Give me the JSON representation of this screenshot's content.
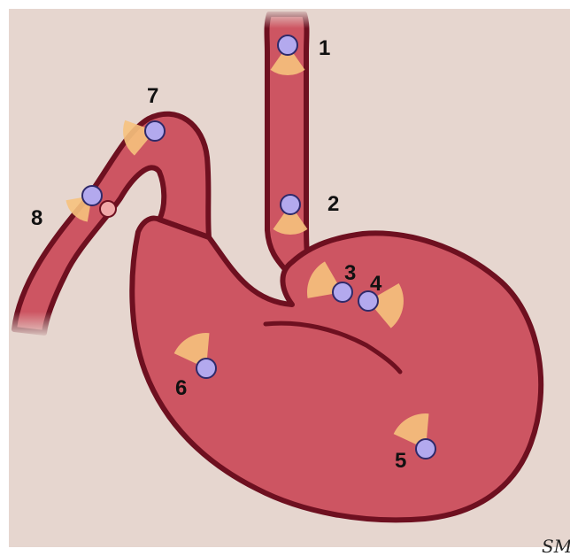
{
  "colors": {
    "background": "#e6d6cf",
    "organ_fill": "#cd5562",
    "organ_outline": "#6e1020",
    "sensor_fill": "#b3a9ee",
    "sensor_outline": "#2f2a6a",
    "beam_fill": "#f6c27d",
    "small_marker_fill": "#f0a8a8"
  },
  "markers": [
    {
      "id": "1",
      "label": "1"
    },
    {
      "id": "2",
      "label": "2"
    },
    {
      "id": "3",
      "label": "3"
    },
    {
      "id": "4",
      "label": "4"
    },
    {
      "id": "5",
      "label": "5"
    },
    {
      "id": "6",
      "label": "6"
    },
    {
      "id": "7",
      "label": "7"
    },
    {
      "id": "8",
      "label": "8"
    }
  ],
  "signature": "SM"
}
